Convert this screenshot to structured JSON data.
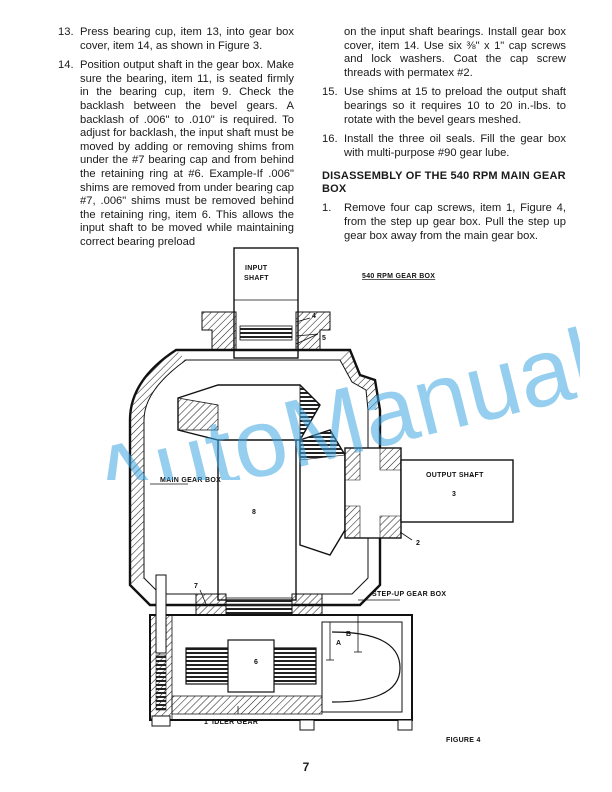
{
  "left_column": {
    "steps": [
      {
        "number": "13.",
        "text": "Press bearing cup, item 13, into gear box cover, item 14, as shown in Figure 3."
      },
      {
        "number": "14.",
        "text": "Position output shaft in the gear box. Make sure the bearing, item 11, is seated firmly in the bearing cup, item 9. Check the backlash between the bevel gears. A backlash of .006\" to .010\" is required. To adjust for backlash, the input shaft must be moved by adding or removing shims from under the #7 bearing cap and from behind the retaining ring at #6. Example-If .006\" shims are removed from under bearing cap #7, .006\" shims must be removed behind the retaining ring, item 6. This allows the input shaft to be moved while maintaining correct bearing preload"
      }
    ]
  },
  "right_column": {
    "continuation": "on the input shaft bearings. Install gear box cover, item 14. Use six ⅜\" x 1\" cap screws and lock washers. Coat the cap screw threads with permatex #2.",
    "steps": [
      {
        "number": "15.",
        "text": "Use shims at 15 to preload the output shaft bearings so it requires 10 to 20 in.-lbs. to rotate with the bevel gears meshed."
      },
      {
        "number": "16.",
        "text": "Install the three oil seals. Fill the gear box with multi-purpose #90 gear lube."
      }
    ],
    "section_heading": "DISASSEMBLY OF THE 540 RPM MAIN GEAR BOX",
    "disassembly_steps": [
      {
        "number": "1.",
        "text": "Remove four cap screws, item 1, Figure 4, from the step up gear box. Pull the step up gear box away from the main gear box."
      }
    ]
  },
  "figure": {
    "title": "540 RPM GEAR BOX",
    "caption": "FIGURE 4",
    "labels": {
      "input_shaft_line1": "INPUT",
      "input_shaft_line2": "SHAFT",
      "output_shaft": "OUTPUT SHAFT",
      "main_gear_box": "MAIN GEAR BOX",
      "step_up_gear_box": "STEP-UP GEAR BOX",
      "idler_gear": "IDLER GEAR"
    },
    "callouts": {
      "c1": "1",
      "c2": "2",
      "c3": "3",
      "c4": "4",
      "c5": "5",
      "c6": "6",
      "c7": "7",
      "c8": "8",
      "cA": "A",
      "cB": "B"
    }
  },
  "watermark": "AutoManual",
  "page_number": "7"
}
